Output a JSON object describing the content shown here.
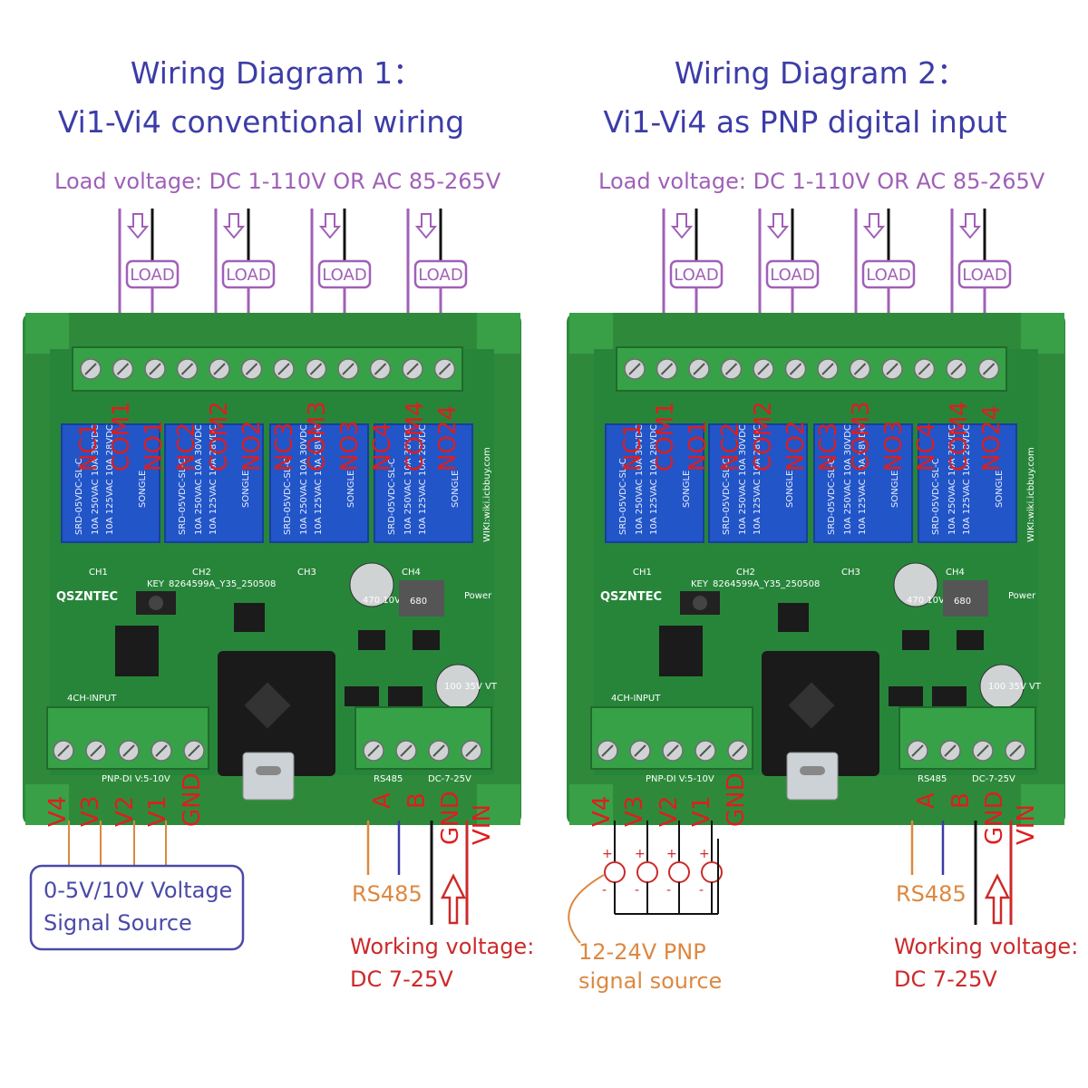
{
  "panel1": {
    "title_line1": "Wiring Diagram 1：",
    "title_line2": "Vi1-Vi4 conventional wiring",
    "load_voltage": "Load voltage: DC 1-110V OR AC 85-265V",
    "load_label": "LOAD",
    "top_terminals": [
      "NC1",
      "COM1",
      "NO1",
      "NC2",
      "COM2",
      "NO2",
      "NC3",
      "COM3",
      "NO3",
      "NC4",
      "COM4",
      "NO24"
    ],
    "bottom_left_terminals": [
      "V4",
      "V3",
      "V2",
      "V1",
      "GND"
    ],
    "bottom_right_terminals": [
      "A",
      "B",
      "GND",
      "VIN"
    ],
    "signal_source": [
      "0-5V/10V Voltage",
      "Signal Source"
    ],
    "rs485": "RS485",
    "working_voltage": [
      "Working voltage:",
      "DC 7-25V"
    ]
  },
  "panel2": {
    "title_line1": "Wiring Diagram 2：",
    "title_line2": "Vi1-Vi4 as PNP digital input",
    "load_voltage": "Load voltage: DC 1-110V OR AC 85-265V",
    "load_label": "LOAD",
    "top_terminals": [
      "NC1",
      "COM1",
      "NO1",
      "NC2",
      "COM2",
      "NO2",
      "NC3",
      "COM3",
      "NO3",
      "NC4",
      "COM4",
      "NO24"
    ],
    "bottom_left_terminals": [
      "V4",
      "V3",
      "V2",
      "V1",
      "GND"
    ],
    "bottom_right_terminals": [
      "A",
      "B",
      "GND",
      "VIN"
    ],
    "plus_sign": "+",
    "minus_sign": "-",
    "signal_source": [
      "12-24V PNP",
      "signal source"
    ],
    "rs485": "RS485",
    "working_voltage": [
      "Working voltage:",
      "DC 7-25V"
    ]
  },
  "board": {
    "brand": "QSZNTEC",
    "key_label": "KEY",
    "part_no": "8264599A_Y35_250508",
    "input_label": "4CH-INPUT",
    "channels": [
      "CH1",
      "CH2",
      "CH3",
      "CH4"
    ],
    "relay_model": "SRD-05VDC-SL-C",
    "relay_rating1": "10A 250VAC 10A 30VDC",
    "relay_rating2": "10A 125VAC 10A 28VDC",
    "relay_brand": "SONGLE",
    "wiki": "WIKI:wiki.icbbuy.com",
    "pnp_label": "PNP-DI  V:5-10V",
    "rs485_silk": "RS485",
    "dc_silk": "DC-7-25V",
    "power_silk": "Power",
    "cap1": "470 10V",
    "cap2": "100 35V VT",
    "inductor": "680"
  },
  "colors": {
    "title": "#3c3ca8",
    "load": "#a060b8",
    "terminal_label": "#dd1e1e",
    "board_green": "#2e8a3a",
    "relay_blue": "#2255c8",
    "rs485_wire": "#dd8840",
    "power_wire": "#cc2a2a"
  }
}
